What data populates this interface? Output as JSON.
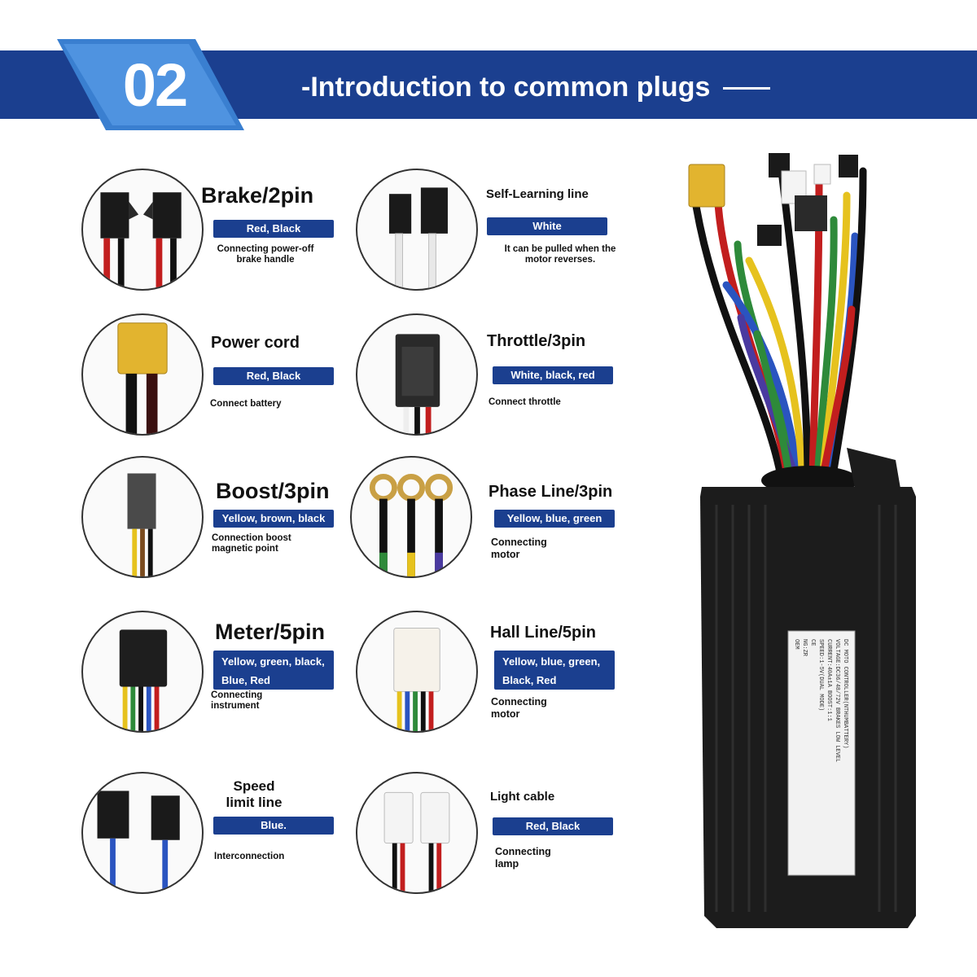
{
  "header": {
    "number": "02",
    "title": "-Introduction to common plugs"
  },
  "colors": {
    "banner": "#1b3f8f",
    "badge": "#3a7fd0",
    "pill": "#1b3f8f",
    "controller_body": "#1c1c1c"
  },
  "plugs": {
    "brake": {
      "title": "Brake/2pin",
      "colors": "Red, Black",
      "desc1": "Connecting power-off",
      "desc2": "brake handle"
    },
    "self_learning": {
      "title": "Self-Learning line",
      "colors": "White",
      "desc1": "It can be pulled when the",
      "desc2": "motor reverses."
    },
    "power": {
      "title": "Power cord",
      "colors": "Red, Black",
      "desc1": "Connect battery"
    },
    "throttle": {
      "title": "Throttle/3pin",
      "colors": "White, black, red",
      "desc1": "Connect throttle"
    },
    "boost": {
      "title": "Boost/3pin",
      "colors": "Yellow, brown, black",
      "desc1": "Connection boost",
      "desc2": "magnetic point"
    },
    "phase": {
      "title": "Phase Line/3pin",
      "colors": "Yellow, blue, green",
      "desc1": "Connecting",
      "desc2": "motor"
    },
    "meter": {
      "title": "Meter/5pin",
      "colors1": "Yellow, green, black,",
      "colors2": "Blue, Red",
      "desc1": "Connecting",
      "desc2": "instrument"
    },
    "hall": {
      "title": "Hall Line/5pin",
      "colors1": "Yellow, blue, green,",
      "colors2": "Black, Red",
      "desc1": "Connecting",
      "desc2": "motor"
    },
    "speed": {
      "title1": "Speed",
      "title2": "limit line",
      "colors": "Blue.",
      "desc1": "Interconnection"
    },
    "light": {
      "title": "Light cable",
      "colors": "Red, Black",
      "desc1": "Connecting",
      "desc2": "lamp"
    }
  },
  "controller": {
    "label_lines": [
      "DC MOTO CONTROLLER(NTHUMBATTERY)",
      "VOLTAGE:DC36/48/72V    BRAKES LOW LEVEL",
      "CURRENT:40A±1A    BOOST:1:1",
      "SPEED:1-5V(DUAL MODE)",
      "CE",
      "NG:ZR",
      "OEM"
    ]
  }
}
